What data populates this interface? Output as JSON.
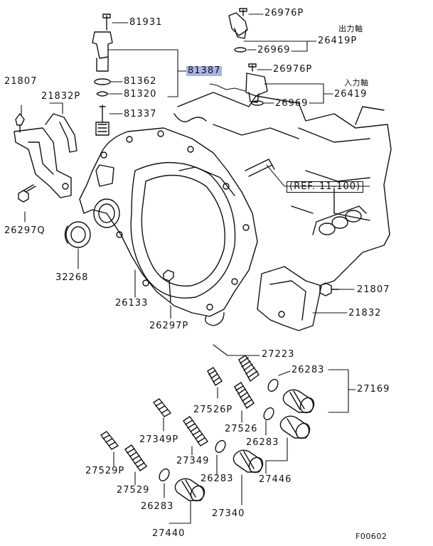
{
  "labels": {
    "p81931": "81931",
    "p81362": "81362",
    "p81320": "81320",
    "p81337": "81337",
    "p81387": "81387",
    "p26976p_a": "26976P",
    "p26969_a": "26969",
    "p26419p": "26419P",
    "p26976p_b": "26976P",
    "p26969_b": "26969",
    "p26419": "26419",
    "out_shaft": "出力軸",
    "in_shaft": "入力軸",
    "p21807_a": "21807",
    "p21832p": "21832P",
    "p26297q": "26297Q",
    "p32268": "32268",
    "p26133": "26133",
    "p26297p": "26297P",
    "ref": "(REF. 11-100)",
    "p21807_b": "21807",
    "p21832": "21832",
    "p27223": "27223",
    "p26283_a": "26283",
    "p27169": "27169",
    "p27526p": "27526P",
    "p27526": "27526",
    "p26283_b": "26283",
    "p27349p": "27349P",
    "p27349": "27349",
    "p27446": "27446",
    "p27529p": "27529P",
    "p27529": "27529",
    "p26283_c": "26283",
    "p26283_d": "26283",
    "p27340": "27340",
    "p27440": "27440",
    "figure_code": "F00602"
  },
  "colors": {
    "line": "#111111",
    "highlight": "#aab4e4",
    "background": "#ffffff"
  }
}
